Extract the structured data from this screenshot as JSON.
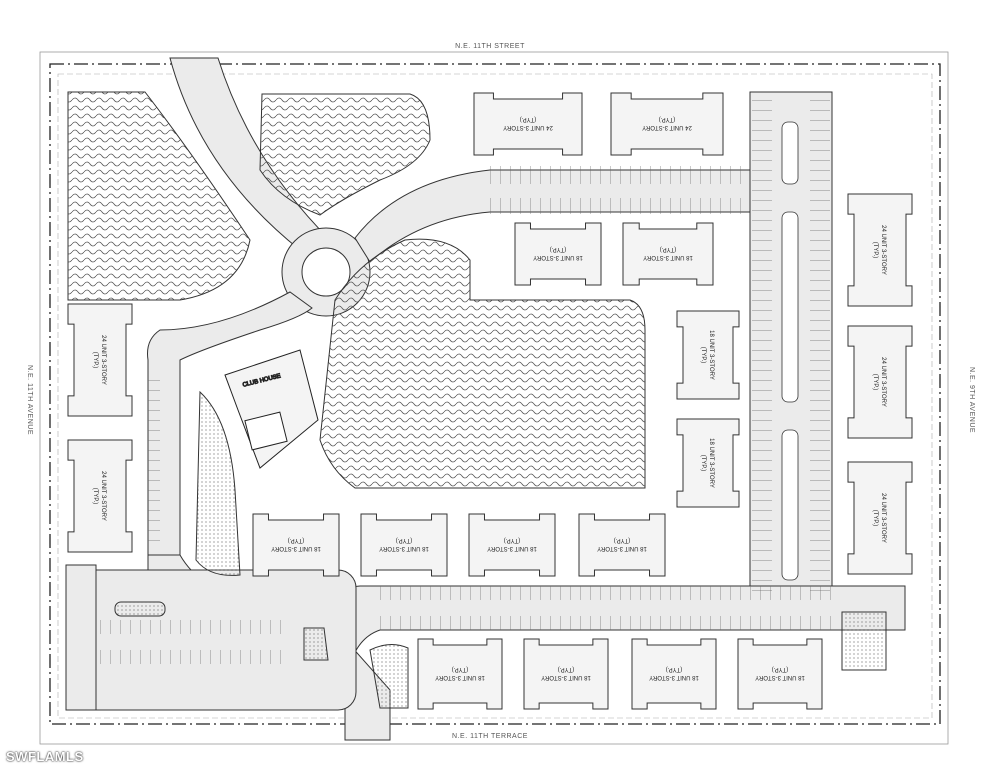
{
  "streets": {
    "north": "N.E. 11TH STREET",
    "south": "N.E. 11TH TERRACE",
    "east": "N.E. 9TH AVENUE",
    "west": "N.E. 11TH AVENUE"
  },
  "clubhouse_label": "CLUB HOUSE",
  "buildings": [
    {
      "line1": "24 UNIT 3-STORY",
      "line2": "(TYP.)"
    },
    {
      "line1": "24 UNIT 3-STORY",
      "line2": "(TYP.)"
    },
    {
      "line1": "18 UNIT 3-STORY",
      "line2": "(TYP.)"
    },
    {
      "line1": "18 UNIT 3-STORY",
      "line2": "(TYP.)"
    },
    {
      "line1": "18 UNIT 3-STORY",
      "line2": "(TYP.)"
    },
    {
      "line1": "18 UNIT 3-STORY",
      "line2": "(TYP.)"
    },
    {
      "line1": "24 UNIT 3-STORY",
      "line2": "(TYP.)"
    },
    {
      "line1": "24 UNIT 3-STORY",
      "line2": "(TYP.)"
    },
    {
      "line1": "24 UNIT 3-STORY",
      "line2": "(TYP.)"
    },
    {
      "line1": "24 UNIT 3-STORY",
      "line2": "(TYP.)"
    },
    {
      "line1": "24 UNIT 3-STORY",
      "line2": "(TYP.)"
    },
    {
      "line1": "18 UNIT 3-STORY",
      "line2": "(TYP.)"
    },
    {
      "line1": "18 UNIT 3-STORY",
      "line2": "(TYP.)"
    },
    {
      "line1": "18 UNIT 3-STORY",
      "line2": "(TYP.)"
    },
    {
      "line1": "18 UNIT 3-STORY",
      "line2": "(TYP.)"
    },
    {
      "line1": "18 UNIT 3-STORY",
      "line2": "(TYP.)"
    },
    {
      "line1": "18 UNIT 3-STORY",
      "line2": "(TYP.)"
    },
    {
      "line1": "18 UNIT 3-STORY",
      "line2": "(TYP.)"
    },
    {
      "line1": "18 UNIT 3-STORY",
      "line2": "(TYP.)"
    }
  ],
  "watermark": "SWFLAMLS",
  "colors": {
    "road": "#ebebeb",
    "hatch": "#555555",
    "building": "#f4f4f4",
    "line": "#333333"
  }
}
